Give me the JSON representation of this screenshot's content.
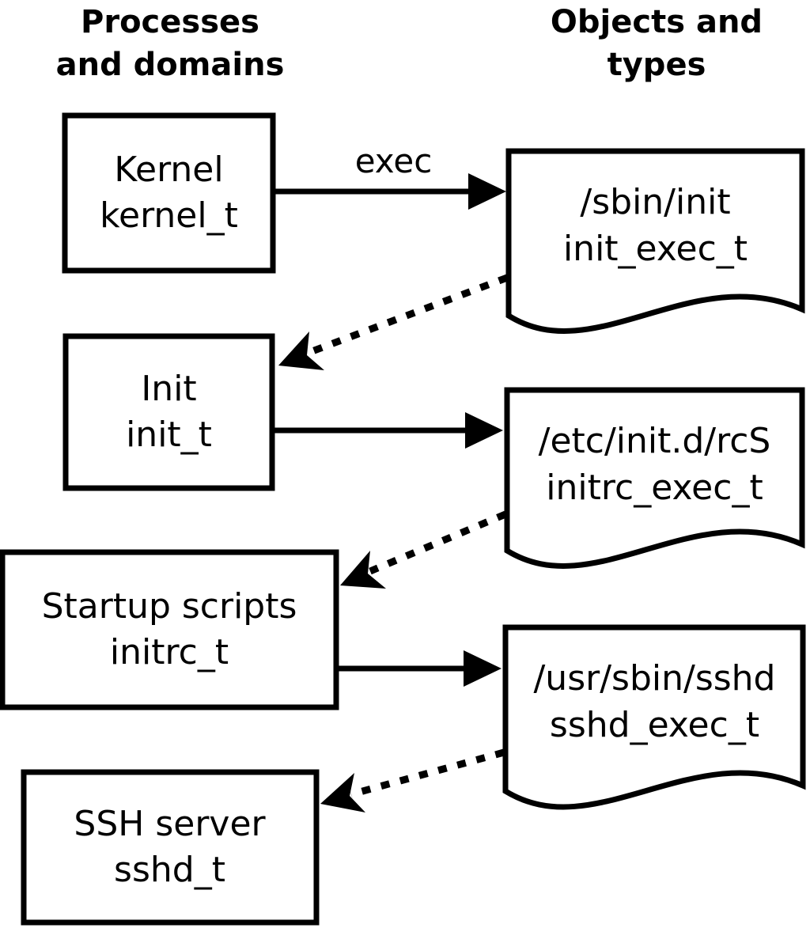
{
  "headers": {
    "left": {
      "line1": "Processes",
      "line2": "and domains"
    },
    "right": {
      "line1": "Objects and",
      "line2": "types"
    }
  },
  "edge_labels": {
    "exec": "exec"
  },
  "process_nodes": [
    {
      "name": "Kernel",
      "type_label": "kernel_t"
    },
    {
      "name": "Init",
      "type_label": "init_t"
    },
    {
      "name": "Startup scripts",
      "type_label": "initrc_t"
    },
    {
      "name": "SSH server",
      "type_label": "sshd_t"
    }
  ],
  "object_nodes": [
    {
      "path": "/sbin/init",
      "type_label": "init_exec_t"
    },
    {
      "path": "/etc/init.d/rcS",
      "type_label": "initrc_exec_t"
    },
    {
      "path": "/usr/sbin/sshd",
      "type_label": "sshd_exec_t"
    }
  ],
  "colors": {
    "foreground": "#000000",
    "background": "#ffffff"
  }
}
